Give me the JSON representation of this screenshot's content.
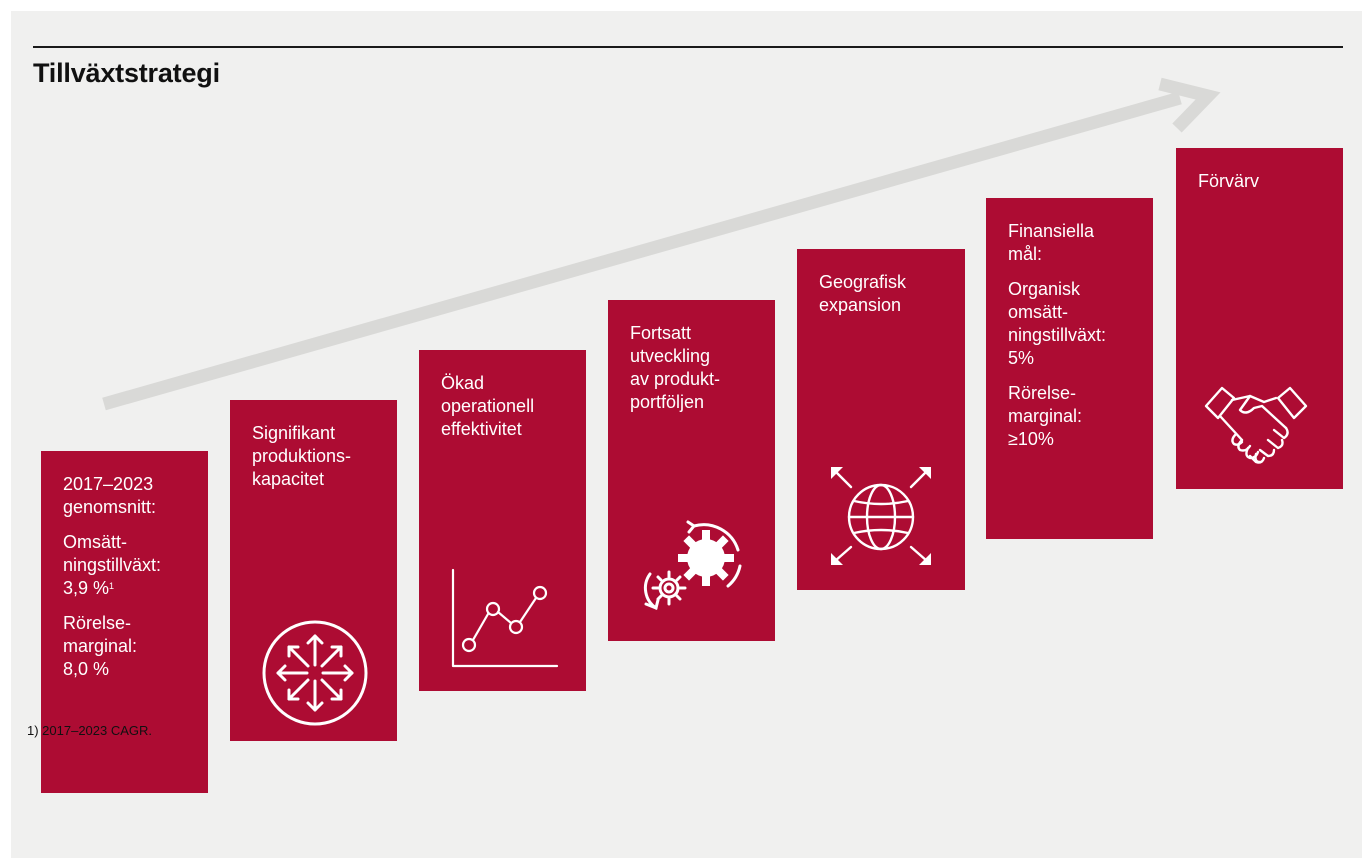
{
  "title": "Tillväxtstrategi",
  "accent_color": "#ad0c33",
  "steps": [
    {
      "paragraphs": [
        "2017–2023\ngenomsnitt:",
        "Omsätt-\nningstillväxt:",
        "Rörelse-\nmarginal:\n8,0 %"
      ],
      "cagr_value": "3,9 %",
      "cagr_note": "1",
      "icon": "none"
    },
    {
      "paragraphs": [
        "Signifikant\nproduktions-\nkapacitet"
      ],
      "icon": "expand-arrows-circle-icon"
    },
    {
      "paragraphs": [
        "Ökad\noperationell\neffektivitet"
      ],
      "icon": "line-graph-icon"
    },
    {
      "paragraphs": [
        "Fortsatt\nutveckling\nav produkt-\nportföljen"
      ],
      "icon": "gears-icon"
    },
    {
      "paragraphs": [
        "Geografisk\nexpansion"
      ],
      "icon": "globe-expand-icon"
    },
    {
      "paragraphs": [
        "Finansiella\nmål:",
        "Organisk\nomsätt-\nningstillväxt:\n5%",
        "Rörelse-\nmarginal:\n≥10%"
      ],
      "icon": "none"
    },
    {
      "paragraphs": [
        "Förvärv"
      ],
      "icon": "handshake-icon"
    }
  ],
  "footnote": "1) 2017–2023 CAGR."
}
